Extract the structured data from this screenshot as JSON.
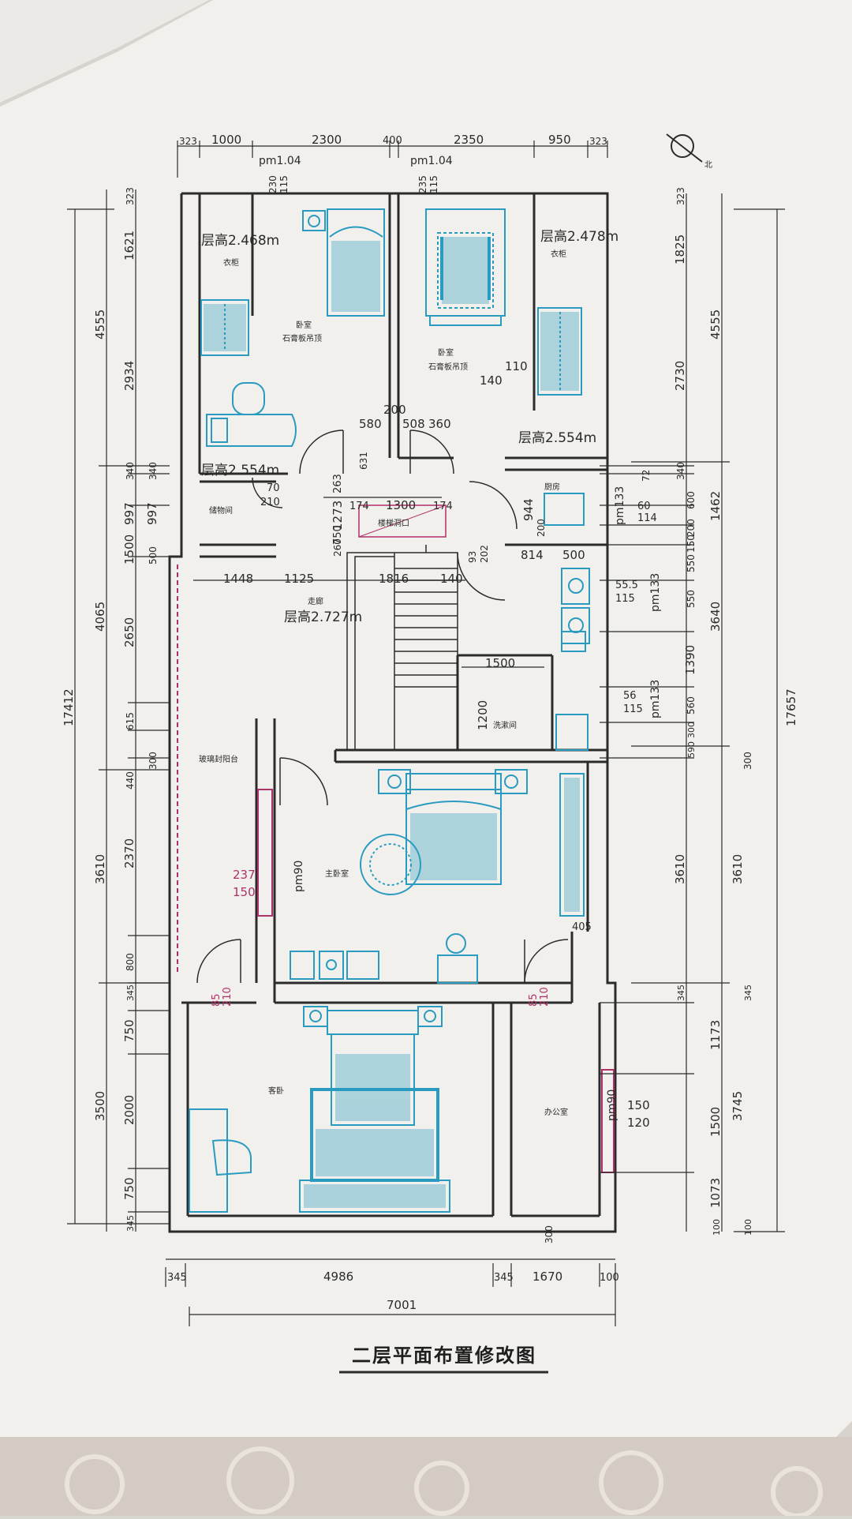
{
  "title": "二层平面布置修改图",
  "north_mark": "北",
  "colors": {
    "line": "#2b2b2b",
    "furniture": "#2a9bc0",
    "accent": "#b0306a",
    "paper": "#f3f2ee"
  },
  "top_dims": [
    "323",
    "1000",
    "2300",
    "400",
    "2350",
    "950",
    "323"
  ],
  "bottom_dims": [
    "345",
    "4986",
    "345",
    "1670",
    "100"
  ],
  "bottom_total": "7001",
  "left_outer_total": "17412",
  "left_dims_mid": [
    "4555",
    "4065",
    "3610",
    "3500"
  ],
  "left_dims_inner": [
    "323",
    "1621",
    "2934",
    "340",
    "997",
    "1500",
    "2650",
    "615",
    "440",
    "2370",
    "800",
    "345",
    "750",
    "2000",
    "750",
    "345"
  ],
  "left_dims_inner2": [
    "340",
    "997",
    "500",
    "300"
  ],
  "right_outer_total": "17657",
  "right_dims_mid": [
    "4555",
    "3640",
    "3610",
    "3745"
  ],
  "right_dims_inner": [
    "323",
    "1825",
    "2730",
    "340",
    "1462",
    "3610",
    "345",
    "1173",
    "1500",
    "1073",
    "100"
  ],
  "right_dims_inner2": [
    "72",
    "600",
    "200",
    "150",
    "550",
    "550",
    "1390",
    "560",
    "300",
    "590",
    "300",
    "345",
    "100"
  ],
  "rooms": {
    "bedroom1": "卧室",
    "bedroom1_sub": "石膏板吊顶",
    "bedroom2": "卧室",
    "bedroom2_sub": "石膏板吊顶",
    "closet1": "衣柜",
    "closet2": "衣柜",
    "storage": "储物间",
    "stair_opening": "楼梯洞口",
    "corridor": "走廊",
    "kitchen": "厨房",
    "laundry": "洗漱间",
    "balcony": "玻璃封阳台",
    "master": "主卧室",
    "guest": "客卧",
    "office": "办公室"
  },
  "heights": {
    "h1": "层高2.468m",
    "h2": "层高2.478m",
    "h3": "层高2.554m",
    "h4": "层高2.554m",
    "h5": "层高2.727m"
  },
  "windows": {
    "w1": "pm1.04",
    "w2": "pm1.04",
    "w3": "pm133",
    "w4": "pm133",
    "w5": "pm133",
    "w6": "pm90",
    "w7": "pm90"
  },
  "door_labels": {
    "d1_top": "85",
    "d1_bot": "210",
    "d2_top": "85",
    "d2_bot": "210",
    "d3_top": "70",
    "d3_bot": "210",
    "m1_top": "237",
    "m1_bot": "150",
    "o1_top": "150",
    "o1_bot": "120"
  },
  "inner_dims": {
    "a230": "230",
    "a115": "115",
    "b235": "235",
    "b115": "115",
    "c140": "140",
    "c110": "110",
    "c200": "200",
    "c580": "580",
    "c508": "508",
    "c360": "360",
    "c631": "631",
    "c1273": "1273",
    "c750": "750",
    "c263": "263",
    "c260": "260",
    "c174a": "174",
    "c1300": "1300",
    "c174b": "174",
    "c1448": "1448",
    "c1125": "1125",
    "c1816": "1816",
    "c140b": "140",
    "c93": "93",
    "c202": "202",
    "c944": "944",
    "c200b": "200",
    "c814": "814",
    "c500": "500",
    "c60": "60",
    "c114": "114",
    "c555": "55.5",
    "c115a": "115",
    "c56": "56",
    "c115b": "115",
    "c1500": "1500",
    "c1200": "1200",
    "c405": "405",
    "c300": "300"
  }
}
